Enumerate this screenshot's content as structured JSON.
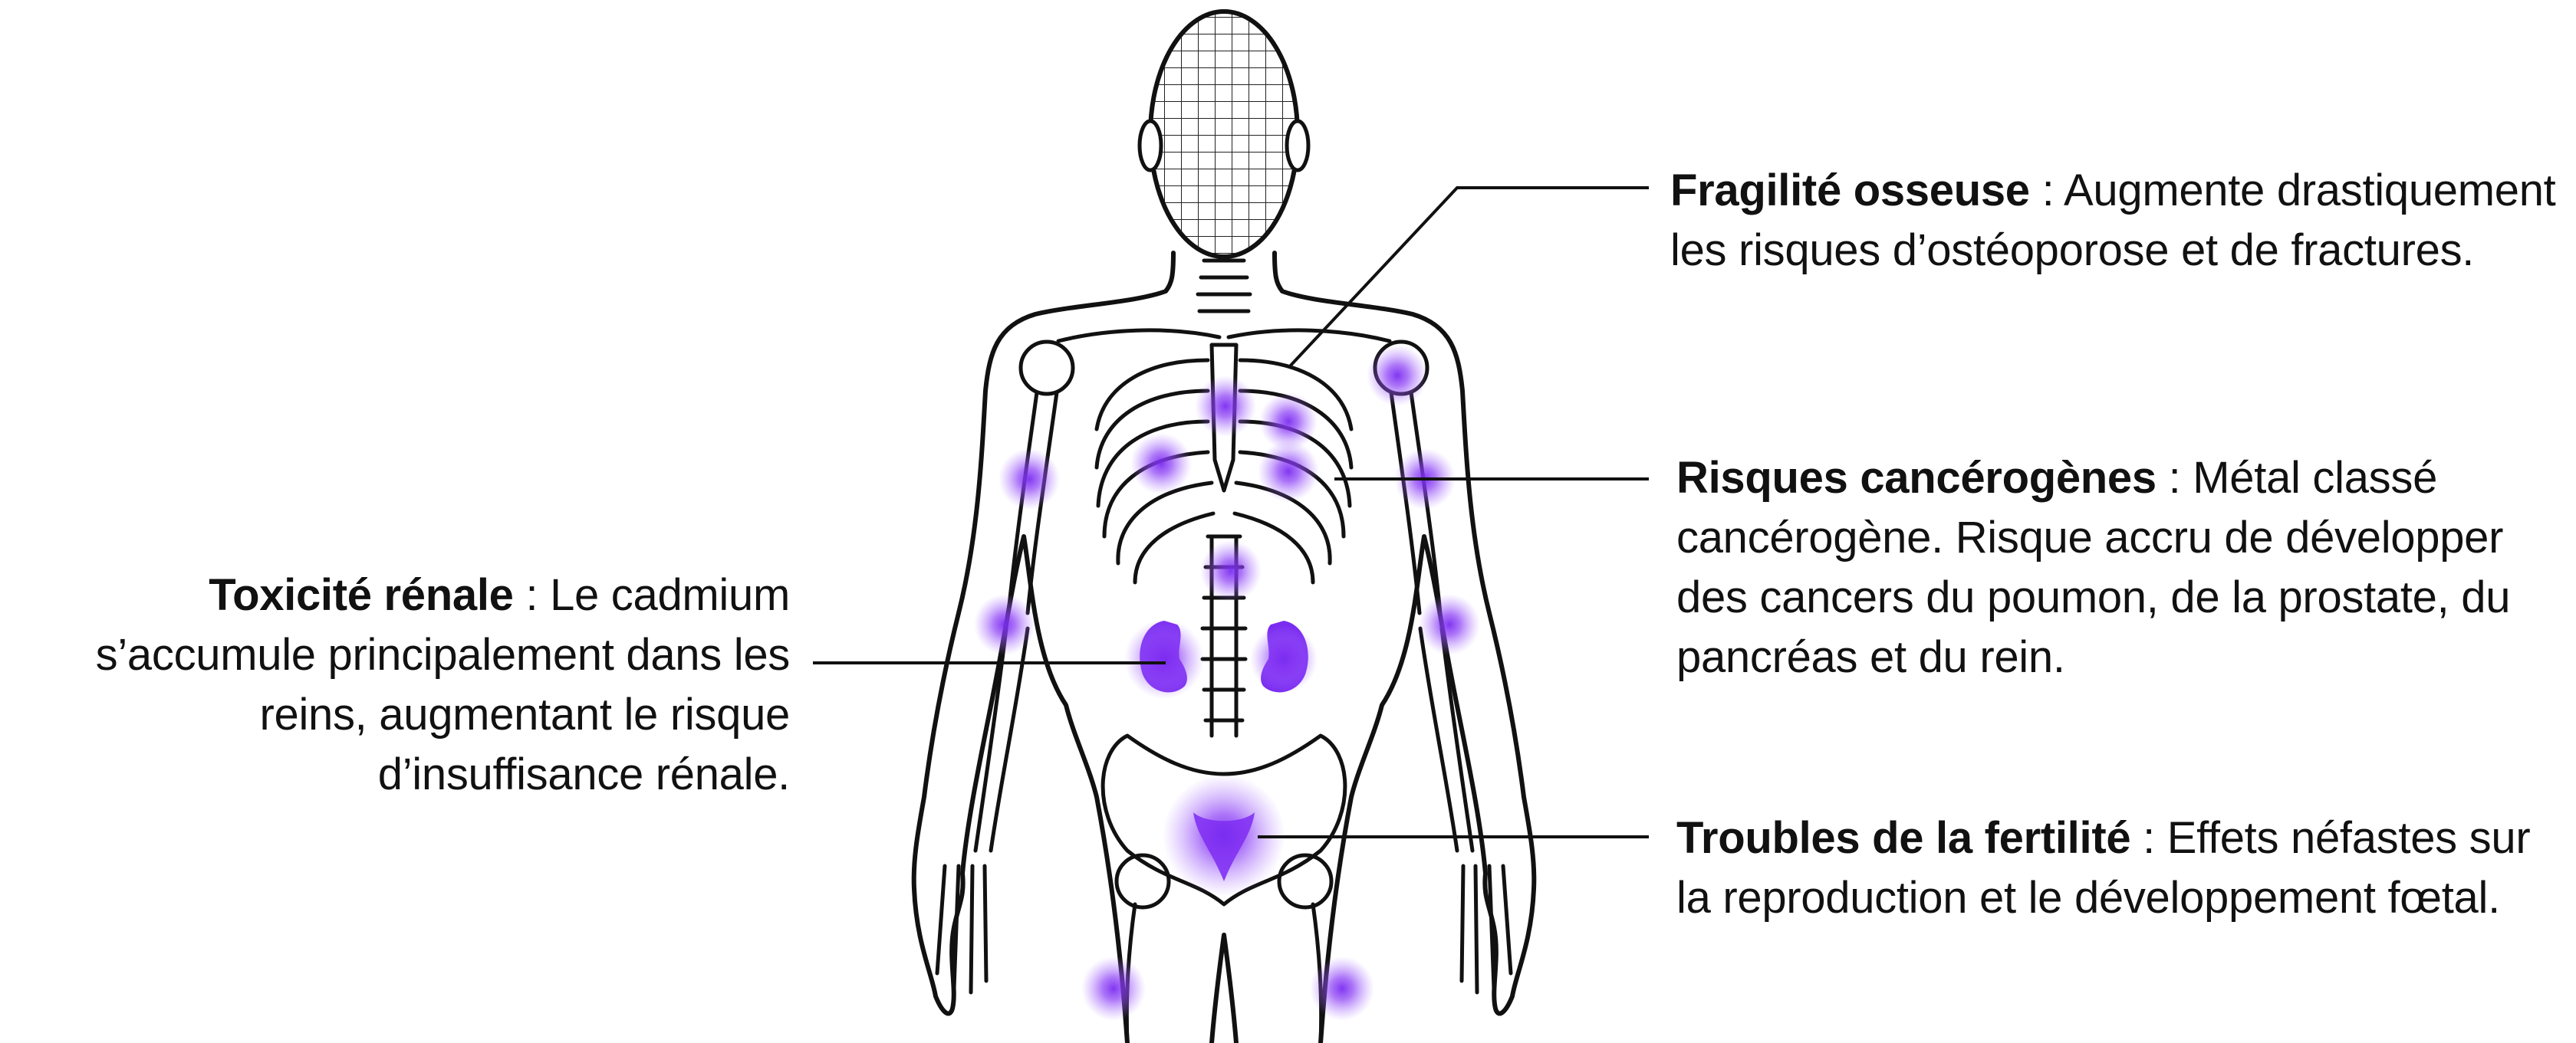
{
  "callouts": {
    "toxicite_renale": {
      "title": "Toxicité rénale",
      "separator": " : ",
      "text": "Le cadmium s’accumule principalement dans les reins, augmentant le risque d’insuffisance rénale."
    },
    "fragilite_osseuse": {
      "title": "Fragilité osseuse",
      "separator": " : ",
      "text": "Augmente drastiquement les risques d’ostéoporose et de fractures."
    },
    "risques_cancerogenes": {
      "title": "Risques cancérogènes",
      "separator": " : ",
      "text": "Métal classé cancérogène. Risque accru de développer des cancers du poumon, de la prostate, du pancréas et du rein."
    },
    "troubles_fertilite": {
      "title": "Troubles de la fertilité",
      "separator": " : ",
      "text": "Effets néfastes sur la reproduction et le développement fœtal."
    }
  },
  "colors": {
    "highlight": "#7a2cf0",
    "outline": "#111111",
    "background": "#ffffff"
  }
}
